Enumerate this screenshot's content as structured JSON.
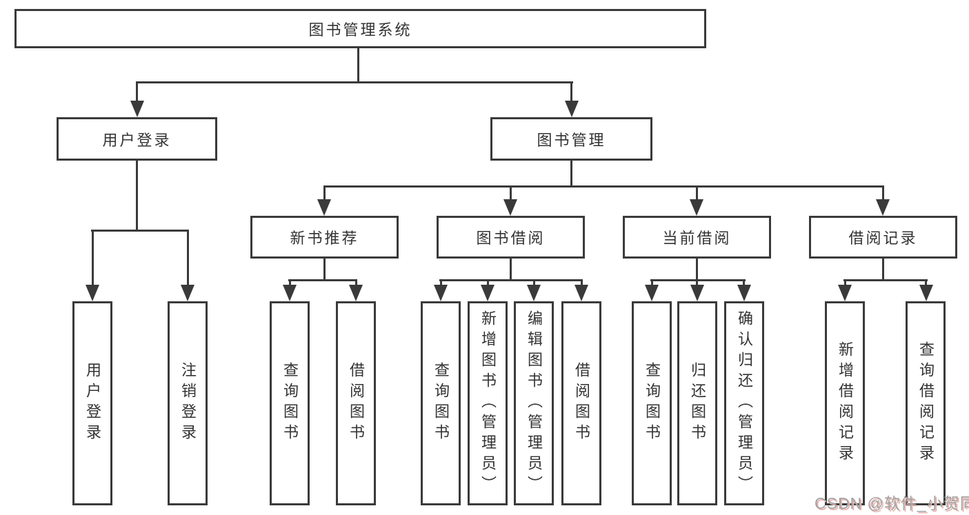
{
  "diagram": {
    "title": "图书管理系统",
    "root": {
      "label": "图书管理系统"
    },
    "level1": [
      {
        "id": "user-login",
        "label": "用户登录",
        "parent": "图书管理系统"
      },
      {
        "id": "book-management",
        "label": "图书管理",
        "parent": "图书管理系统"
      }
    ],
    "level2": [
      {
        "id": "new-book-recommendation",
        "label": "新书推荐",
        "parent": "图书管理"
      },
      {
        "id": "book-borrowing",
        "label": "图书借阅",
        "parent": "图书管理"
      },
      {
        "id": "current-borrowing",
        "label": "当前借阅",
        "parent": "图书管理"
      },
      {
        "id": "borrowing-records",
        "label": "借阅记录",
        "parent": "图书管理"
      }
    ],
    "leaves": [
      {
        "label": "用户登录",
        "parent": "用户登录"
      },
      {
        "label": "注销登录",
        "parent": "用户登录"
      },
      {
        "label": "查询图书",
        "parent": "新书推荐"
      },
      {
        "label": "借阅图书",
        "parent": "新书推荐"
      },
      {
        "label": "查询图书",
        "parent": "图书借阅"
      },
      {
        "label": "新增图书（管理员）",
        "parent": "图书借阅"
      },
      {
        "label": "编辑图书（管理员）",
        "parent": "图书借阅"
      },
      {
        "label": "借阅图书",
        "parent": "图书借阅"
      },
      {
        "label": "查询图书",
        "parent": "当前借阅"
      },
      {
        "label": "归还图书",
        "parent": "当前借阅"
      },
      {
        "label": "确认归还（管理员）",
        "parent": "当前借阅"
      },
      {
        "label": "新增借阅记录",
        "parent": "借阅记录"
      },
      {
        "label": "查询借阅记录",
        "parent": "借阅记录"
      }
    ]
  },
  "watermark": {
    "text": "CSDN @软件_小贺同学"
  },
  "colors": {
    "line": "#3a3a3a",
    "text": "#333333",
    "background": "#ffffff",
    "watermark_gray": "#a2a2a2",
    "watermark_red": "#e8b3ae"
  }
}
